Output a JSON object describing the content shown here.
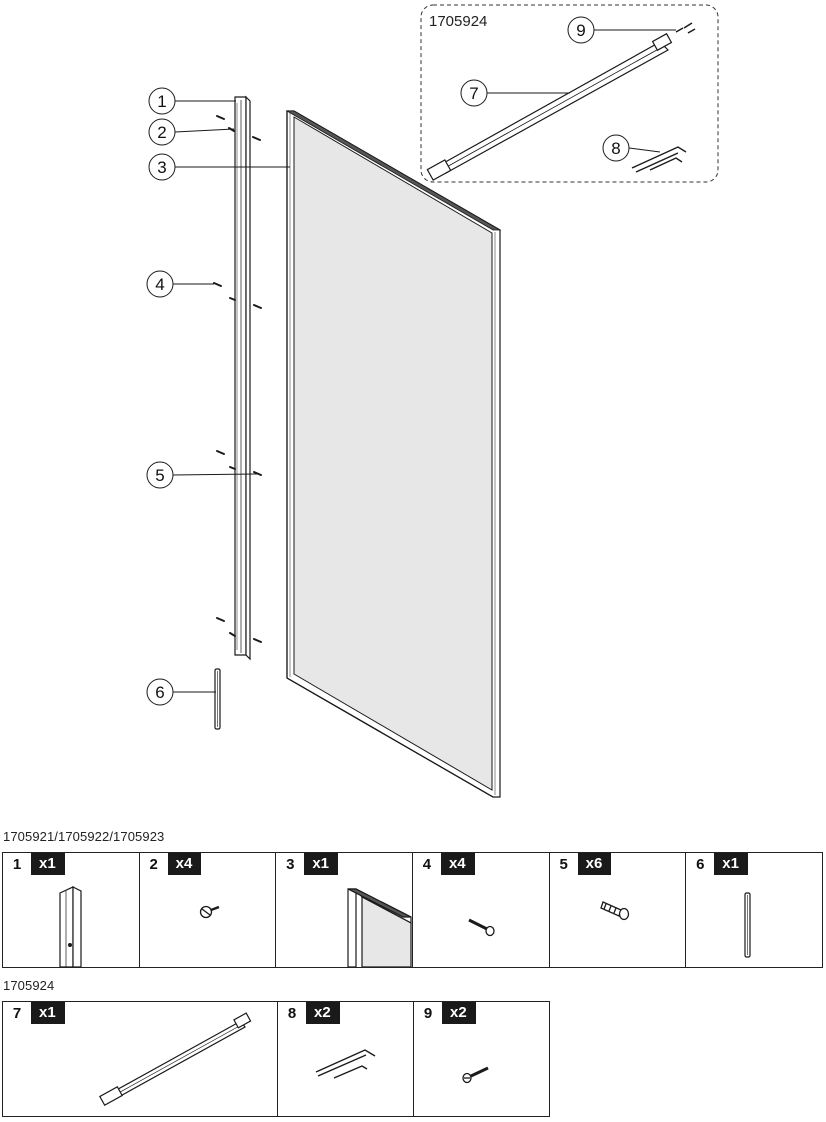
{
  "kit_box_label": "1705924",
  "callouts": [
    "1",
    "2",
    "3",
    "4",
    "5",
    "6",
    "7",
    "8",
    "9"
  ],
  "table1": {
    "label": "1705921/1705922/1705923",
    "parts": [
      {
        "num": "1",
        "qty": "x1",
        "icon": "wall-profile-icon"
      },
      {
        "num": "2",
        "qty": "x4",
        "icon": "screw-head-icon"
      },
      {
        "num": "3",
        "qty": "x1",
        "icon": "glass-panel-corner-icon"
      },
      {
        "num": "4",
        "qty": "x4",
        "icon": "screw-icon"
      },
      {
        "num": "5",
        "qty": "x6",
        "icon": "wall-plug-icon"
      },
      {
        "num": "6",
        "qty": "x1",
        "icon": "seal-strip-icon"
      }
    ]
  },
  "table2": {
    "label": "1705924",
    "parts": [
      {
        "num": "7",
        "qty": "x1",
        "icon": "stabilizer-bar-icon"
      },
      {
        "num": "8",
        "qty": "x2",
        "icon": "allen-key-icon"
      },
      {
        "num": "9",
        "qty": "x2",
        "icon": "screw-icon"
      }
    ]
  },
  "colors": {
    "line": "#1a1a1a",
    "glass": "#e6e6e6",
    "qty_badge": "#1a1a1a"
  }
}
